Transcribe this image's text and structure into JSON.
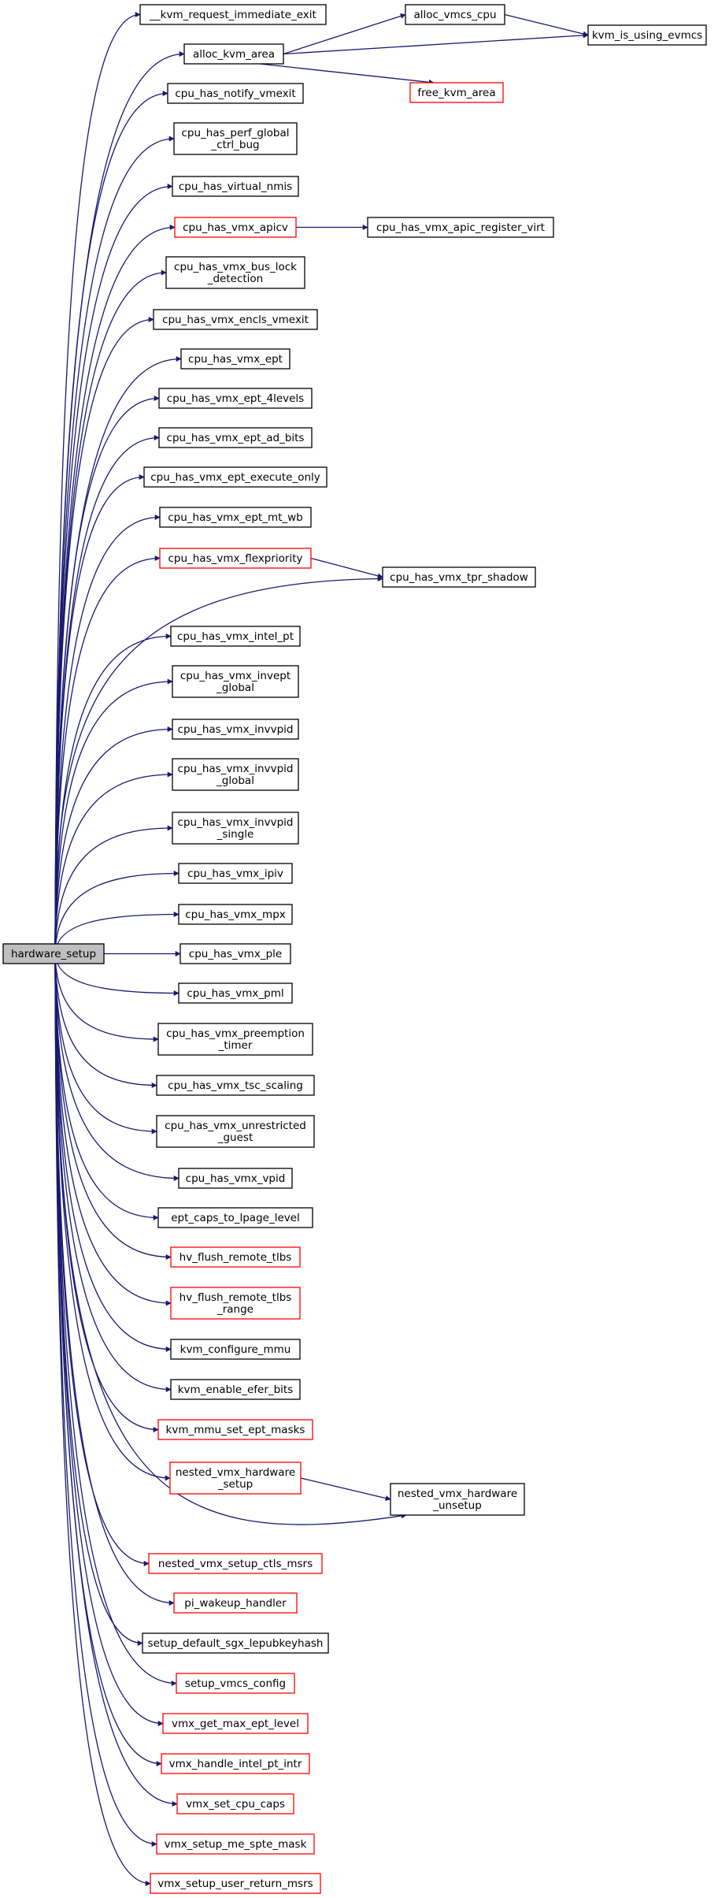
{
  "colors": {
    "edge": "#191970",
    "root_fill": "#bfbfbf",
    "node_border": "#000000",
    "link_border_red": "#ff0000",
    "node_fill": "#ffffff"
  },
  "root": {
    "id": "hardware_setup",
    "lines": [
      "hardware_setup"
    ]
  },
  "nodes": [
    {
      "id": "kvm_request_immediate_exit",
      "lines": [
        "__kvm_request_immediate_exit"
      ],
      "border": "black"
    },
    {
      "id": "alloc_kvm_area",
      "lines": [
        "alloc_kvm_area"
      ],
      "border": "black"
    },
    {
      "id": "alloc_vmcs_cpu",
      "lines": [
        "alloc_vmcs_cpu"
      ],
      "border": "black"
    },
    {
      "id": "kvm_is_using_evmcs",
      "lines": [
        "kvm_is_using_evmcs"
      ],
      "border": "black"
    },
    {
      "id": "free_kvm_area",
      "lines": [
        "free_kvm_area"
      ],
      "border": "red"
    },
    {
      "id": "cpu_has_notify_vmexit",
      "lines": [
        "cpu_has_notify_vmexit"
      ],
      "border": "black"
    },
    {
      "id": "cpu_has_perf_global_ctrl_bug",
      "lines": [
        "cpu_has_perf_global",
        "_ctrl_bug"
      ],
      "border": "black"
    },
    {
      "id": "cpu_has_virtual_nmis",
      "lines": [
        "cpu_has_virtual_nmis"
      ],
      "border": "black"
    },
    {
      "id": "cpu_has_vmx_apicv",
      "lines": [
        "cpu_has_vmx_apicv"
      ],
      "border": "red"
    },
    {
      "id": "cpu_has_vmx_apic_register_virt",
      "lines": [
        "cpu_has_vmx_apic_register_virt"
      ],
      "border": "black"
    },
    {
      "id": "cpu_has_vmx_bus_lock_detection",
      "lines": [
        "cpu_has_vmx_bus_lock",
        "_detection"
      ],
      "border": "black"
    },
    {
      "id": "cpu_has_vmx_encls_vmexit",
      "lines": [
        "cpu_has_vmx_encls_vmexit"
      ],
      "border": "black"
    },
    {
      "id": "cpu_has_vmx_ept",
      "lines": [
        "cpu_has_vmx_ept"
      ],
      "border": "black"
    },
    {
      "id": "cpu_has_vmx_ept_4levels",
      "lines": [
        "cpu_has_vmx_ept_4levels"
      ],
      "border": "black"
    },
    {
      "id": "cpu_has_vmx_ept_ad_bits",
      "lines": [
        "cpu_has_vmx_ept_ad_bits"
      ],
      "border": "black"
    },
    {
      "id": "cpu_has_vmx_ept_execute_only",
      "lines": [
        "cpu_has_vmx_ept_execute_only"
      ],
      "border": "black"
    },
    {
      "id": "cpu_has_vmx_ept_mt_wb",
      "lines": [
        "cpu_has_vmx_ept_mt_wb"
      ],
      "border": "black"
    },
    {
      "id": "cpu_has_vmx_flexpriority",
      "lines": [
        "cpu_has_vmx_flexpriority"
      ],
      "border": "red"
    },
    {
      "id": "cpu_has_vmx_tpr_shadow",
      "lines": [
        "cpu_has_vmx_tpr_shadow"
      ],
      "border": "black"
    },
    {
      "id": "cpu_has_vmx_intel_pt",
      "lines": [
        "cpu_has_vmx_intel_pt"
      ],
      "border": "black"
    },
    {
      "id": "cpu_has_vmx_invept_global",
      "lines": [
        "cpu_has_vmx_invept",
        "_global"
      ],
      "border": "black"
    },
    {
      "id": "cpu_has_vmx_invvpid",
      "lines": [
        "cpu_has_vmx_invvpid"
      ],
      "border": "black"
    },
    {
      "id": "cpu_has_vmx_invvpid_global",
      "lines": [
        "cpu_has_vmx_invvpid",
        "_global"
      ],
      "border": "black"
    },
    {
      "id": "cpu_has_vmx_invvpid_single",
      "lines": [
        "cpu_has_vmx_invvpid",
        "_single"
      ],
      "border": "black"
    },
    {
      "id": "cpu_has_vmx_ipiv",
      "lines": [
        "cpu_has_vmx_ipiv"
      ],
      "border": "black"
    },
    {
      "id": "cpu_has_vmx_mpx",
      "lines": [
        "cpu_has_vmx_mpx"
      ],
      "border": "black"
    },
    {
      "id": "cpu_has_vmx_ple",
      "lines": [
        "cpu_has_vmx_ple"
      ],
      "border": "black"
    },
    {
      "id": "cpu_has_vmx_pml",
      "lines": [
        "cpu_has_vmx_pml"
      ],
      "border": "black"
    },
    {
      "id": "cpu_has_vmx_preemption_timer",
      "lines": [
        "cpu_has_vmx_preemption",
        "_timer"
      ],
      "border": "black"
    },
    {
      "id": "cpu_has_vmx_tsc_scaling",
      "lines": [
        "cpu_has_vmx_tsc_scaling"
      ],
      "border": "black"
    },
    {
      "id": "cpu_has_vmx_unrestricted_guest",
      "lines": [
        "cpu_has_vmx_unrestricted",
        "_guest"
      ],
      "border": "black"
    },
    {
      "id": "cpu_has_vmx_vpid",
      "lines": [
        "cpu_has_vmx_vpid"
      ],
      "border": "black"
    },
    {
      "id": "ept_caps_to_lpage_level",
      "lines": [
        "ept_caps_to_lpage_level"
      ],
      "border": "black"
    },
    {
      "id": "hv_flush_remote_tlbs",
      "lines": [
        "hv_flush_remote_tlbs"
      ],
      "border": "red"
    },
    {
      "id": "hv_flush_remote_tlbs_range",
      "lines": [
        "hv_flush_remote_tlbs",
        "_range"
      ],
      "border": "red"
    },
    {
      "id": "kvm_configure_mmu",
      "lines": [
        "kvm_configure_mmu"
      ],
      "border": "black"
    },
    {
      "id": "kvm_enable_efer_bits",
      "lines": [
        "kvm_enable_efer_bits"
      ],
      "border": "black"
    },
    {
      "id": "kvm_mmu_set_ept_masks",
      "lines": [
        "kvm_mmu_set_ept_masks"
      ],
      "border": "red"
    },
    {
      "id": "nested_vmx_hardware_setup",
      "lines": [
        "nested_vmx_hardware",
        "_setup"
      ],
      "border": "red"
    },
    {
      "id": "nested_vmx_hardware_unsetup",
      "lines": [
        "nested_vmx_hardware",
        "_unsetup"
      ],
      "border": "black"
    },
    {
      "id": "nested_vmx_setup_ctls_msrs",
      "lines": [
        "nested_vmx_setup_ctls_msrs"
      ],
      "border": "red"
    },
    {
      "id": "pi_wakeup_handler",
      "lines": [
        "pi_wakeup_handler"
      ],
      "border": "red"
    },
    {
      "id": "setup_default_sgx_lepubkeyhash",
      "lines": [
        "setup_default_sgx_lepubkeyhash"
      ],
      "border": "black"
    },
    {
      "id": "setup_vmcs_config",
      "lines": [
        "setup_vmcs_config"
      ],
      "border": "red"
    },
    {
      "id": "vmx_get_max_ept_level",
      "lines": [
        "vmx_get_max_ept_level"
      ],
      "border": "red"
    },
    {
      "id": "vmx_handle_intel_pt_intr",
      "lines": [
        "vmx_handle_intel_pt_intr"
      ],
      "border": "red"
    },
    {
      "id": "vmx_set_cpu_caps",
      "lines": [
        "vmx_set_cpu_caps"
      ],
      "border": "red"
    },
    {
      "id": "vmx_setup_me_spte_mask",
      "lines": [
        "vmx_setup_me_spte_mask"
      ],
      "border": "red"
    },
    {
      "id": "vmx_setup_user_return_msrs",
      "lines": [
        "vmx_setup_user_return_msrs"
      ],
      "border": "red"
    }
  ],
  "edges": [
    {
      "from": "hardware_setup",
      "to": "kvm_request_immediate_exit"
    },
    {
      "from": "hardware_setup",
      "to": "alloc_kvm_area"
    },
    {
      "from": "alloc_kvm_area",
      "to": "alloc_vmcs_cpu"
    },
    {
      "from": "alloc_kvm_area",
      "to": "kvm_is_using_evmcs"
    },
    {
      "from": "alloc_kvm_area",
      "to": "free_kvm_area"
    },
    {
      "from": "alloc_vmcs_cpu",
      "to": "kvm_is_using_evmcs"
    },
    {
      "from": "hardware_setup",
      "to": "cpu_has_notify_vmexit"
    },
    {
      "from": "hardware_setup",
      "to": "cpu_has_perf_global_ctrl_bug"
    },
    {
      "from": "hardware_setup",
      "to": "cpu_has_virtual_nmis"
    },
    {
      "from": "hardware_setup",
      "to": "cpu_has_vmx_apicv"
    },
    {
      "from": "cpu_has_vmx_apicv",
      "to": "cpu_has_vmx_apic_register_virt"
    },
    {
      "from": "hardware_setup",
      "to": "cpu_has_vmx_bus_lock_detection"
    },
    {
      "from": "hardware_setup",
      "to": "cpu_has_vmx_encls_vmexit"
    },
    {
      "from": "hardware_setup",
      "to": "cpu_has_vmx_ept"
    },
    {
      "from": "hardware_setup",
      "to": "cpu_has_vmx_ept_4levels"
    },
    {
      "from": "hardware_setup",
      "to": "cpu_has_vmx_ept_ad_bits"
    },
    {
      "from": "hardware_setup",
      "to": "cpu_has_vmx_ept_execute_only"
    },
    {
      "from": "hardware_setup",
      "to": "cpu_has_vmx_ept_mt_wb"
    },
    {
      "from": "hardware_setup",
      "to": "cpu_has_vmx_flexpriority"
    },
    {
      "from": "cpu_has_vmx_flexpriority",
      "to": "cpu_has_vmx_tpr_shadow"
    },
    {
      "from": "hardware_setup",
      "to": "cpu_has_vmx_tpr_shadow"
    },
    {
      "from": "hardware_setup",
      "to": "cpu_has_vmx_intel_pt"
    },
    {
      "from": "hardware_setup",
      "to": "cpu_has_vmx_invept_global"
    },
    {
      "from": "hardware_setup",
      "to": "cpu_has_vmx_invvpid"
    },
    {
      "from": "hardware_setup",
      "to": "cpu_has_vmx_invvpid_global"
    },
    {
      "from": "hardware_setup",
      "to": "cpu_has_vmx_invvpid_single"
    },
    {
      "from": "hardware_setup",
      "to": "cpu_has_vmx_ipiv"
    },
    {
      "from": "hardware_setup",
      "to": "cpu_has_vmx_mpx"
    },
    {
      "from": "hardware_setup",
      "to": "cpu_has_vmx_ple"
    },
    {
      "from": "hardware_setup",
      "to": "cpu_has_vmx_pml"
    },
    {
      "from": "hardware_setup",
      "to": "cpu_has_vmx_preemption_timer"
    },
    {
      "from": "hardware_setup",
      "to": "cpu_has_vmx_tsc_scaling"
    },
    {
      "from": "hardware_setup",
      "to": "cpu_has_vmx_unrestricted_guest"
    },
    {
      "from": "hardware_setup",
      "to": "cpu_has_vmx_vpid"
    },
    {
      "from": "hardware_setup",
      "to": "ept_caps_to_lpage_level"
    },
    {
      "from": "hardware_setup",
      "to": "hv_flush_remote_tlbs"
    },
    {
      "from": "hardware_setup",
      "to": "hv_flush_remote_tlbs_range"
    },
    {
      "from": "hardware_setup",
      "to": "kvm_configure_mmu"
    },
    {
      "from": "hardware_setup",
      "to": "kvm_enable_efer_bits"
    },
    {
      "from": "hardware_setup",
      "to": "kvm_mmu_set_ept_masks"
    },
    {
      "from": "hardware_setup",
      "to": "nested_vmx_hardware_setup"
    },
    {
      "from": "nested_vmx_hardware_setup",
      "to": "nested_vmx_hardware_unsetup"
    },
    {
      "from": "hardware_setup",
      "to": "nested_vmx_hardware_unsetup"
    },
    {
      "from": "hardware_setup",
      "to": "nested_vmx_setup_ctls_msrs"
    },
    {
      "from": "hardware_setup",
      "to": "pi_wakeup_handler"
    },
    {
      "from": "hardware_setup",
      "to": "setup_default_sgx_lepubkeyhash"
    },
    {
      "from": "hardware_setup",
      "to": "setup_vmcs_config"
    },
    {
      "from": "hardware_setup",
      "to": "vmx_get_max_ept_level"
    },
    {
      "from": "hardware_setup",
      "to": "vmx_handle_intel_pt_intr"
    },
    {
      "from": "hardware_setup",
      "to": "vmx_set_cpu_caps"
    },
    {
      "from": "hardware_setup",
      "to": "vmx_setup_me_spte_mask"
    },
    {
      "from": "hardware_setup",
      "to": "vmx_setup_user_return_msrs"
    }
  ]
}
